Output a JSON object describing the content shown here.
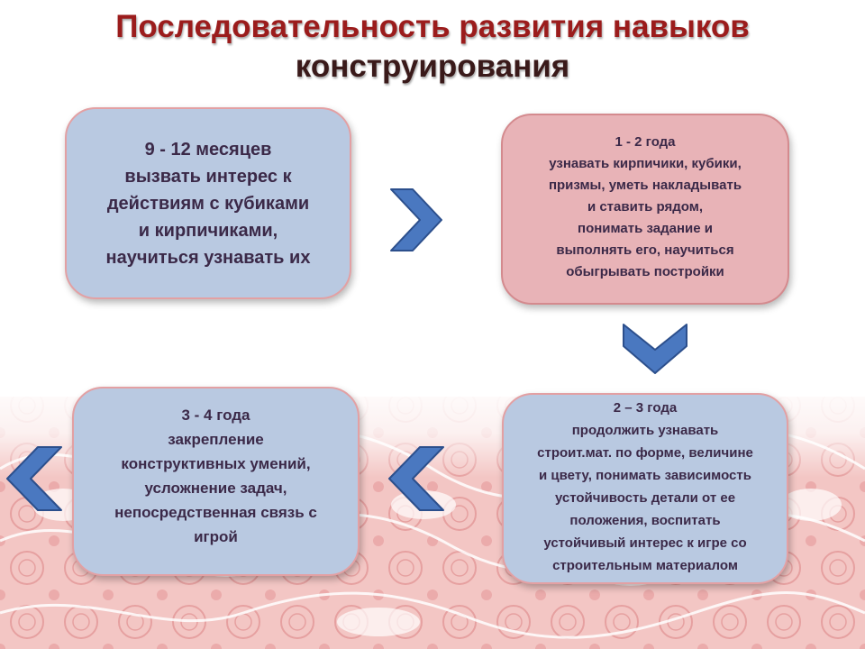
{
  "title": {
    "line1": "Последовательность развития навыков",
    "line2": "конструирования"
  },
  "steps": [
    {
      "lines": [
        "9 - 12 месяцев",
        "вызвать интерес к",
        "действиям с кубиками",
        "и кирпичиками,",
        "научиться узнавать их"
      ]
    },
    {
      "lines": [
        "1 - 2 года",
        "узнавать кирпичики, кубики,",
        "призмы, уметь накладывать",
        "и ставить рядом,",
        "понимать задание и",
        "выполнять его, научиться",
        "обыгрывать постройки"
      ]
    },
    {
      "lines": [
        "2 – 3 года",
        "продолжить узнавать",
        "строит.мат. по форме, величине",
        "и цвету, понимать зависимость",
        "устойчивость детали от ее",
        "положения, воспитать",
        "устойчивый интерес к игре со",
        "строительным материалом"
      ]
    },
    {
      "lines": [
        "3 - 4 года",
        "закрепление",
        "конструктивных умений,",
        "усложнение задач,",
        "непосредственная связь с",
        "игрой"
      ]
    }
  ],
  "colors": {
    "title_primary": "#9b1c1c",
    "title_secondary": "#3a1a1a",
    "box_blue": "#b9c9e1",
    "box_pink": "#e8b3b7",
    "text": "#3b2948",
    "arrow_fill": "#4a78c0",
    "arrow_stroke": "#2c4f8c",
    "ornament": "#e8a4a4"
  },
  "arrows": [
    {
      "icon": "chevron-right-icon"
    },
    {
      "icon": "chevron-down-icon"
    },
    {
      "icon": "chevron-left-icon"
    },
    {
      "icon": "chevron-left-icon"
    }
  ]
}
